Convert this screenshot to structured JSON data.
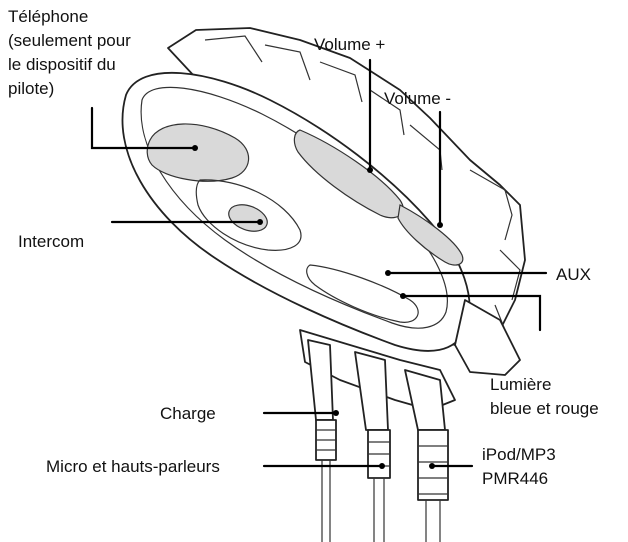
{
  "labels": {
    "telephone": [
      "Téléphone",
      "(seulement pour",
      "le dispositif du",
      "pilote)"
    ],
    "volume_plus": "Volume +",
    "volume_minus": "Volume -",
    "intercom": "Intercom",
    "aux": "AUX",
    "light": [
      "Lumière",
      "bleue et rouge"
    ],
    "charge": "Charge",
    "micro": "Micro et hauts-parleurs",
    "ipod": [
      "iPod/MP3",
      "PMR446"
    ]
  }
}
